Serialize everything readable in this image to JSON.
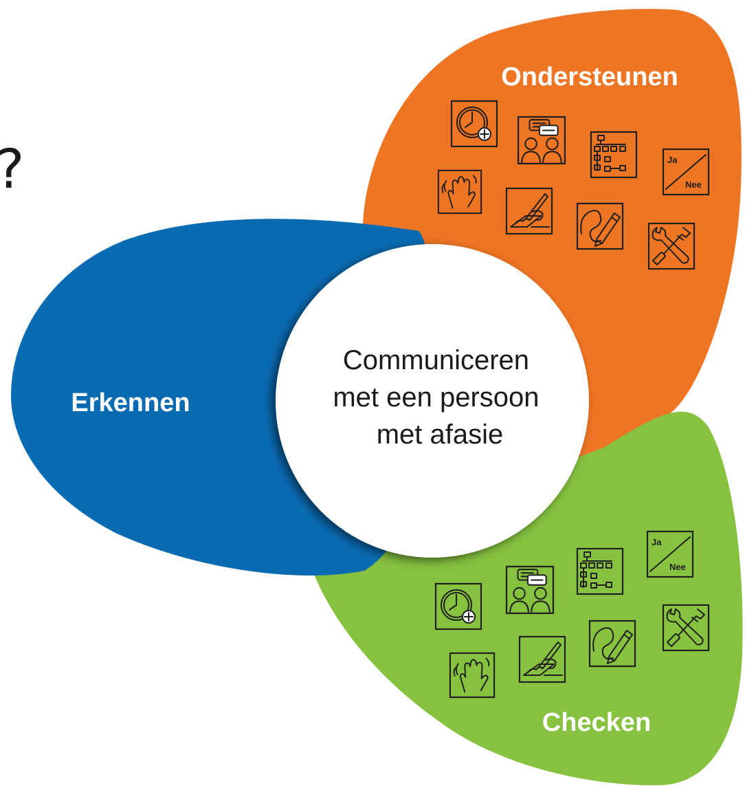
{
  "stray_text": "?",
  "diagram": {
    "center": {
      "lines": [
        "Communiceren",
        "met een persoon",
        "met afasie"
      ]
    },
    "petals": [
      {
        "id": "erkennen",
        "label": "Erkennen",
        "color": "#0a6bb3"
      },
      {
        "id": "ondersteunen",
        "label": "Ondersteunen",
        "color": "#ee7524"
      },
      {
        "id": "checken",
        "label": "Checken",
        "color": "#86c140"
      }
    ],
    "icons": [
      {
        "name": "clock-plus-icon"
      },
      {
        "name": "conversation-icon"
      },
      {
        "name": "hierarchy-icon"
      },
      {
        "name": "yes-no-icon",
        "yes": "Ja",
        "no": "Nee"
      },
      {
        "name": "waving-hand-icon"
      },
      {
        "name": "writing-hand-icon"
      },
      {
        "name": "drawing-pencil-icon"
      },
      {
        "name": "tools-icon"
      }
    ]
  }
}
